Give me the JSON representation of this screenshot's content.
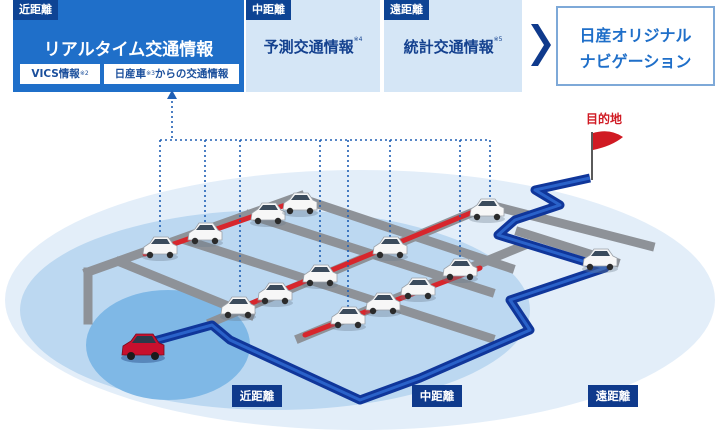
{
  "header": {
    "near": {
      "tag": "近距離",
      "title": "リアルタイム交通情報",
      "chip1": {
        "text": "VICS情報",
        "note": "※2"
      },
      "chip2": {
        "pre": "日産車",
        "note": "※3",
        "post": "からの交通情報"
      }
    },
    "mid": {
      "tag": "中距離",
      "title": "予測交通情報",
      "note": "※4"
    },
    "far": {
      "tag": "遠距離",
      "title": "統計交通情報",
      "note": "※5"
    },
    "result": {
      "line1": "日産オリジナル",
      "line2": "ナビゲーション"
    }
  },
  "scene": {
    "destination_label": "目的地",
    "zones": {
      "near": "近距離",
      "mid": "中距離",
      "far": "遠距離"
    }
  },
  "colors": {
    "near_blue": "#1f6fc9",
    "light_panel": "#d5e6f6",
    "route_blue": "#10369a",
    "congestion_red": "#d7262c",
    "road_gray": "#8e9298",
    "flag_red": "#d01a23"
  }
}
